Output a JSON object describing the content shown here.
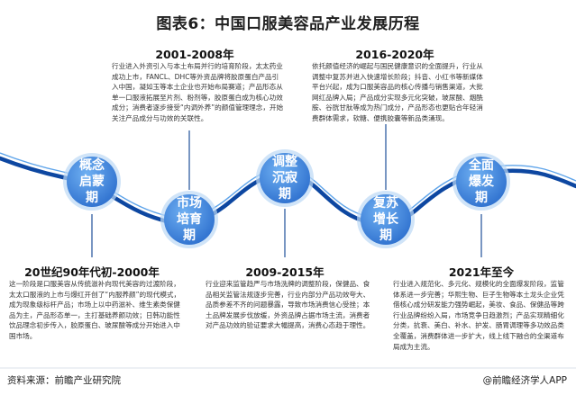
{
  "title": "图表6：中国口服美容品产业发展历程",
  "stages": [
    {
      "id": "s1",
      "period": "20世纪90年代初-2000年",
      "label_lines": [
        "概念",
        "启蒙",
        "期"
      ],
      "description": "这一阶段是口服美容从传统滋补向现代美容的过渡阶段，太太口服液的上市与爆红开创了“内服养颜”的现代模式，成为现象级标杆产品；市场上以中药滋补、维生素类保健品为主，产品形态单一，主打基础养颜功效；日韩功能性饮品理念初步传入，胶原蛋白、玻尿酸等成分开始进入中国市场。"
    },
    {
      "id": "s2",
      "period": "2001-2008年",
      "label_lines": [
        "市场",
        "培育",
        "期"
      ],
      "description": "行业进入外资引入与本土布局并行的培育阶段，太太药业成功上市，FANCL、DHC等外资品牌将胶原蛋白产品引入中国，凝如玉等本土企业也开始布局赛道；产品形态从单一口服液拓展至片剂、粉剂等，胶原蛋白成为核心功效成分；消费者逐步接受“内调外养”的颜值管理理念，开始关注产品成分与功效的关联性。"
    },
    {
      "id": "s3",
      "period": "2009-2015年",
      "label_lines": [
        "调整",
        "沉寂",
        "期"
      ],
      "description": "行业迎来监管趋严与市场洗牌的调整阶段，保健品、食品相关监管法规逐步完善，行业内部分产品功效夸大、品质参差不齐的问题暴露，导致市场消费信心受挫；本土品牌发展步伐放缓，外资品牌占据市场主流，消费者对产品功效的验证要求大幅提高，消费心态趋于理性。"
    },
    {
      "id": "s4",
      "period": "2016-2020年",
      "label_lines": [
        "复苏",
        "增长",
        "期"
      ],
      "description": "依托颜值经济的崛起与国民健康意识的全面提升，行业从调整中复苏并进入快速增长阶段；抖音、小红书等新媒体平台兴起，成为口服美容品的核心传播与销售渠道，大批网红品牌入局；产品成分实现多元化突破，玻尿酸、烟酰胺、谷胱甘肽等成为热门成分，产品形态也更贴合年轻消费群体需求，软糖、便携胶囊等新品类涌现。"
    },
    {
      "id": "s5",
      "period": "2021年至今",
      "label_lines": [
        "全面",
        "爆发",
        "期"
      ],
      "description": "行业进入规范化、多元化、规模化的全面爆发阶段，监管体系进一步完善；华熙生物、巨子生物等本土龙头企业凭借核心成分研发能力强势崛起，美妆、食品、保健品等跨行业品牌纷纷入局，市场竞争日趋激烈；产品实现精细化分类，抗衰、美白、补水、护发、肠胃调理等多功效品类全覆盖，消费群体进一步扩大，线上线下融合的全渠道布局成为主流。"
    }
  ],
  "footer": {
    "source": "资料来源：前瞻产业研究院",
    "brand": "@前瞻经济学人APP"
  },
  "colors": {
    "circle_main": "#3b82d6",
    "circle_light": "#a9cdf2",
    "wave": "#1565c0",
    "accent": "#2f6fcc"
  }
}
